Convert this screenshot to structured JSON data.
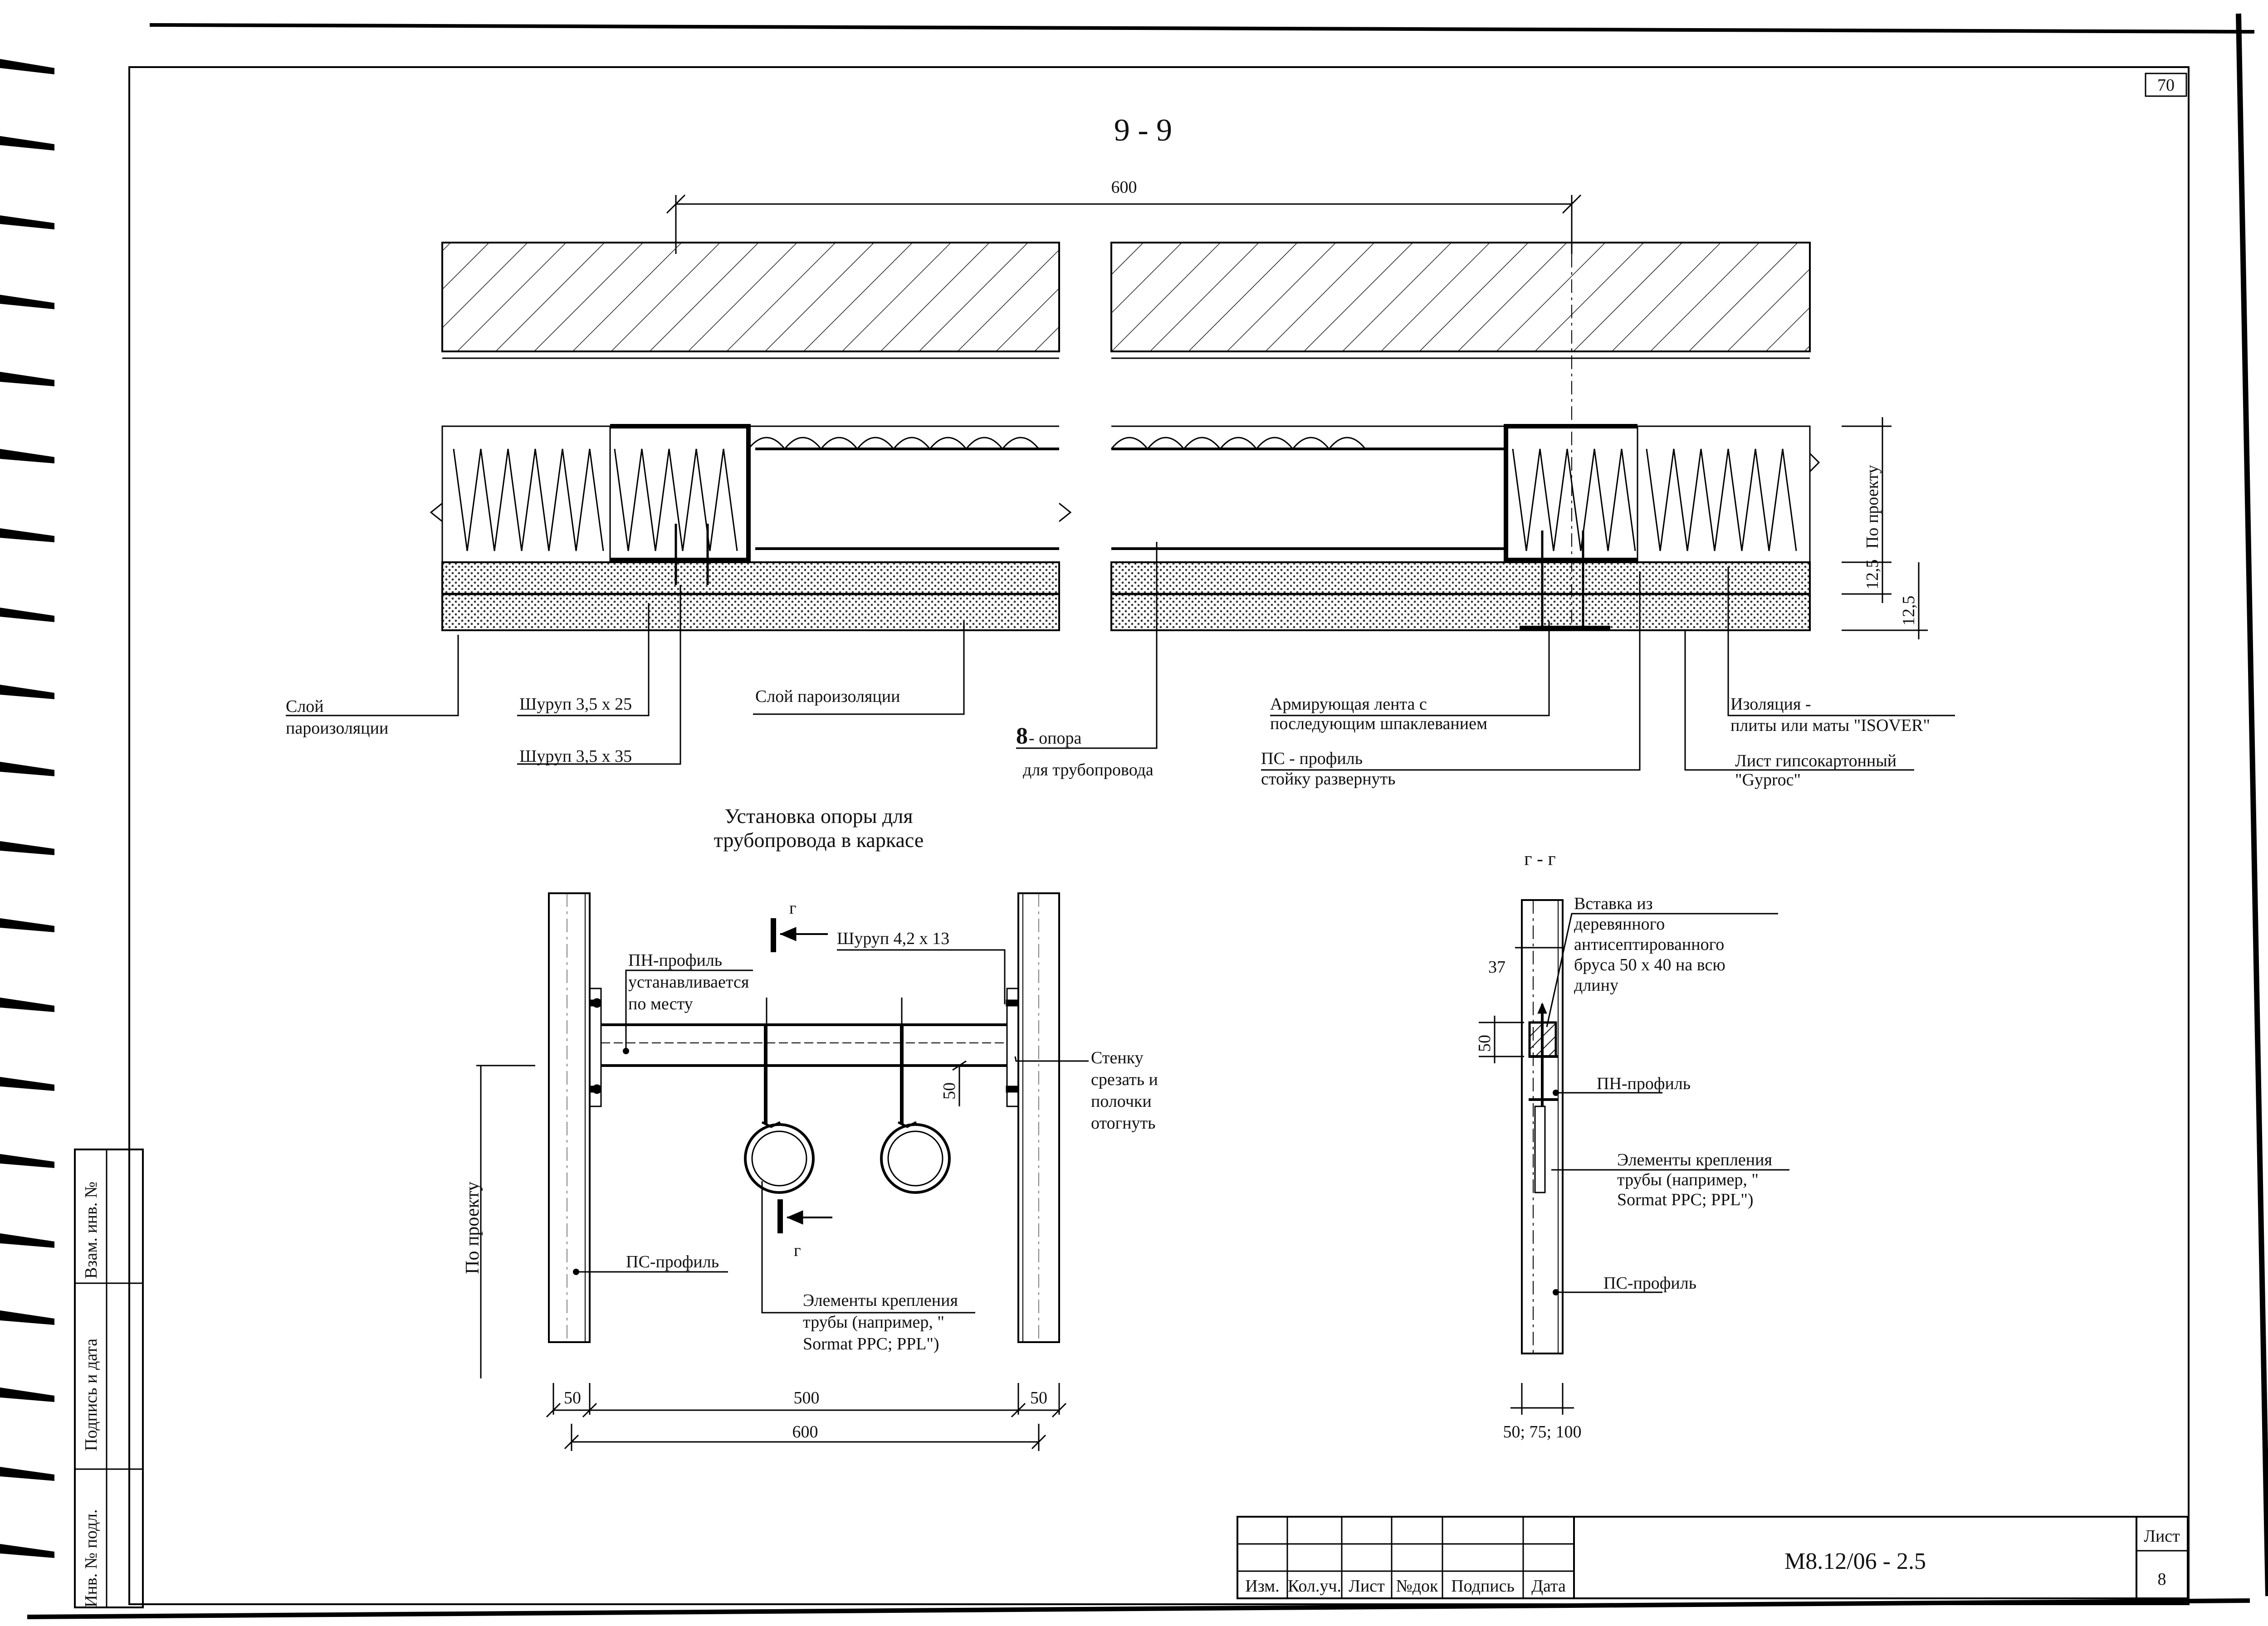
{
  "sheet": {
    "corner_page_number": "70",
    "sheet_label": "Лист",
    "sheet_number": "8",
    "document_code": "М8.12/06 - 2.5",
    "left_stamp": [
      "Взам. инв. №",
      "Подпись и дата",
      "Инв. № подл."
    ],
    "title_block_columns": [
      "Изм.",
      "Кол.уч.",
      "Лист",
      "№док",
      "Подпись",
      "Дата"
    ]
  },
  "section_9": {
    "title": "9 - 9",
    "dim_600": "600",
    "dim_project": "По проекту",
    "dim_12_5_a": "12,5",
    "dim_12_5_b": "12,5",
    "callouts": {
      "vapor_left_1": "Слой",
      "vapor_left_2": "пароизоляции",
      "screw_25": "Шуруп 3,5 х 25",
      "screw_35": "Шуруп 3,5 х 35",
      "vapor_mid": "Слой пароизоляции",
      "support_number": "8",
      "support_1": " - опора",
      "support_2": "для трубопровода",
      "tape_1": "Армирующая лента с",
      "tape_2": "последующим шпаклеванием",
      "ps_1": "ПС - профиль",
      "ps_2": "стойку развернуть",
      "insul_1": "Изоляция -",
      "insul_2": "плиты или маты  \"ISOVER\"",
      "gyp_1": "Лист гипсокартонный",
      "gyp_2": "\"Gyproc\""
    }
  },
  "installation": {
    "title_1": "Установка опоры для",
    "title_2": "трубопровода в каркасе",
    "cut_mark": "г",
    "cut_mark_lower": "г",
    "screw_label": "Шуруп 4,2 х 13",
    "pn_1": "ПН-профиль",
    "pn_2": "устанавливается",
    "pn_3": "по месту",
    "wall_1": "Стенку",
    "wall_2": "срезать и",
    "wall_3": "полочки",
    "wall_4": "отогнуть",
    "dim_50_vert": "50",
    "dim_project": "По проекту",
    "ps_label": "ПС-профиль",
    "fix_1": "Элементы крепления",
    "fix_2": "трубы (например, \"",
    "fix_3": "Sormat PPC; PPL\")",
    "dim_50_left": "50",
    "dim_500": "500",
    "dim_50_right": "50",
    "dim_600": "600"
  },
  "section_g": {
    "title": "г - г",
    "insert_1": "Вставка из",
    "insert_2": "деревянного",
    "insert_3": "антисептированного",
    "insert_4": "бруса 50 х 40 на всю",
    "insert_5": "длину",
    "dim_37": "37",
    "dim_50": "50",
    "pn": "ПН-профиль",
    "fix_1": "Элементы крепления",
    "fix_2": "трубы (например, \"",
    "fix_3": "Sormat PPC; PPL\")",
    "ps": "ПС-профиль",
    "dim_width": "50; 75; 100"
  }
}
